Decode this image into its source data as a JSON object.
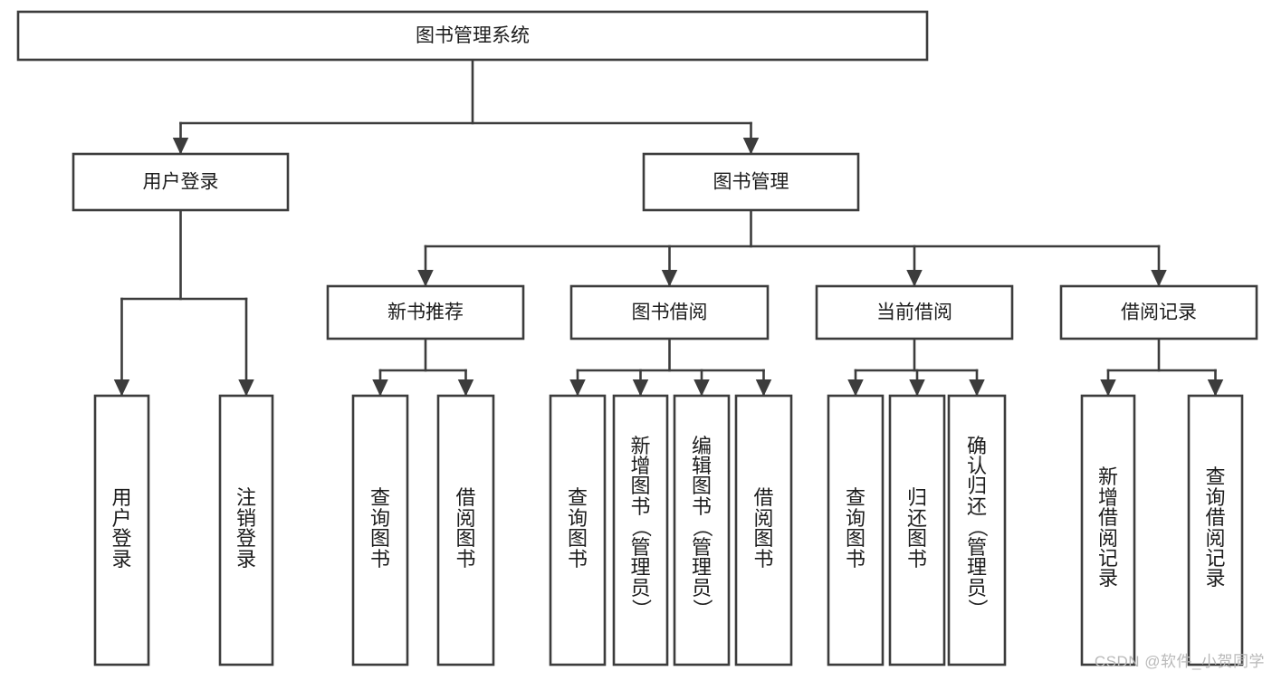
{
  "diagram": {
    "type": "tree-hierarchy-chart",
    "title": "图书管理系统",
    "orientation": "top-down",
    "colors": {
      "box_fill": "#ffffff",
      "box_stroke": "#3c3c3c",
      "text": "#1c1c1c",
      "watermark": "#b9b9b9",
      "background": "#ffffff"
    },
    "levels": [
      {
        "level": 1,
        "nodes": [
          {
            "id": "root",
            "label": "图书管理系统",
            "orientation": "horizontal"
          }
        ]
      },
      {
        "level": 2,
        "nodes": [
          {
            "id": "user-login",
            "label": "用户登录",
            "parent": "root",
            "orientation": "horizontal"
          },
          {
            "id": "book-manage",
            "label": "图书管理",
            "parent": "root",
            "orientation": "horizontal"
          }
        ]
      },
      {
        "level": 3,
        "nodes": [
          {
            "id": "new-book-rec",
            "label": "新书推荐",
            "parent": "book-manage",
            "orientation": "horizontal"
          },
          {
            "id": "book-borrow",
            "label": "图书借阅",
            "parent": "book-manage",
            "orientation": "horizontal"
          },
          {
            "id": "current-borrow",
            "label": "当前借阅",
            "parent": "book-manage",
            "orientation": "horizontal"
          },
          {
            "id": "borrow-record",
            "label": "借阅记录",
            "parent": "book-manage",
            "orientation": "horizontal"
          }
        ]
      },
      {
        "level": 4,
        "nodes": [
          {
            "id": "leaf-user-login",
            "label": "用户登录",
            "parent": "user-login",
            "orientation": "vertical"
          },
          {
            "id": "leaf-logout",
            "label": "注销登录",
            "parent": "user-login",
            "orientation": "vertical"
          },
          {
            "id": "leaf-query-book-1",
            "label": "查询图书",
            "parent": "new-book-rec",
            "orientation": "vertical"
          },
          {
            "id": "leaf-borrow-book-1",
            "label": "借阅图书",
            "parent": "new-book-rec",
            "orientation": "vertical"
          },
          {
            "id": "leaf-query-book-2",
            "label": "查询图书",
            "parent": "book-borrow",
            "orientation": "vertical"
          },
          {
            "id": "leaf-add-book",
            "label": "新增图书（管理员）",
            "parent": "book-borrow",
            "orientation": "vertical"
          },
          {
            "id": "leaf-edit-book",
            "label": "编辑图书（管理员）",
            "parent": "book-borrow",
            "orientation": "vertical"
          },
          {
            "id": "leaf-borrow-book-2",
            "label": "借阅图书",
            "parent": "book-borrow",
            "orientation": "vertical"
          },
          {
            "id": "leaf-query-book-3",
            "label": "查询图书",
            "parent": "current-borrow",
            "orientation": "vertical"
          },
          {
            "id": "leaf-return-book",
            "label": "归还图书",
            "parent": "current-borrow",
            "orientation": "vertical"
          },
          {
            "id": "leaf-confirm-return",
            "label": "确认归还（管理员）",
            "parent": "current-borrow",
            "orientation": "vertical"
          },
          {
            "id": "leaf-add-record",
            "label": "新增借阅记录",
            "parent": "borrow-record",
            "orientation": "vertical"
          },
          {
            "id": "leaf-query-record",
            "label": "查询借阅记录",
            "parent": "borrow-record",
            "orientation": "vertical"
          }
        ]
      }
    ]
  },
  "watermark": {
    "text": "CSDN @软件_小贺同学"
  }
}
